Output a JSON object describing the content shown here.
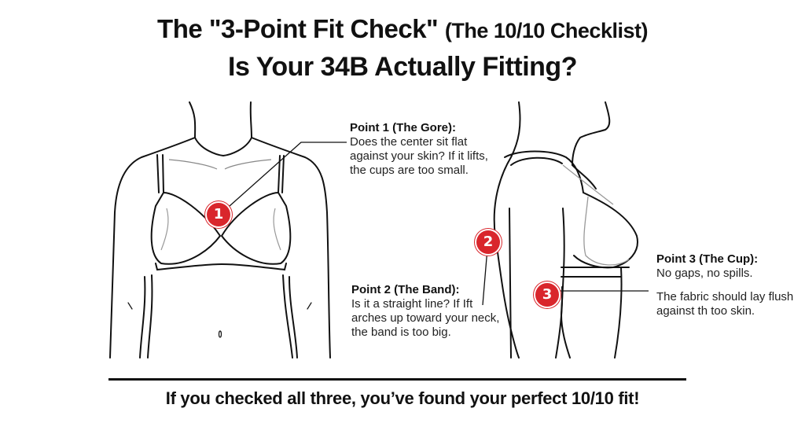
{
  "header": {
    "title_main": "The \"3-Point Fit Check\"",
    "title_sub": "(The 10/10 Checklist)",
    "subtitle": "Is Your 34B Actually Fitting?"
  },
  "figures": {
    "front_view": "front-torso-bra-illustration",
    "side_view": "side-profile-bra-illustration"
  },
  "points": [
    {
      "number": "1",
      "heading": "Point 1 (The Gore):",
      "lines": [
        "Does the center sit flat against your skin?  If it lifts, the cups are too small."
      ]
    },
    {
      "number": "2",
      "heading": "Point 2 (The Band):",
      "lines": [
        "Is it a straight line? If Ift arches up toward your neck, the band is too big."
      ]
    },
    {
      "number": "3",
      "heading": "Point 3 (The Cup):",
      "lines": [
        "No gaps, no spills.",
        "The fabric should lay flush against th too skin."
      ]
    }
  ],
  "footer": {
    "text": "If you checked all three, you’ve found your perfect 10/10 fit!"
  },
  "colors": {
    "marker_red": "#d9262c",
    "text": "#111111",
    "line": "#111111",
    "background": "#ffffff"
  }
}
